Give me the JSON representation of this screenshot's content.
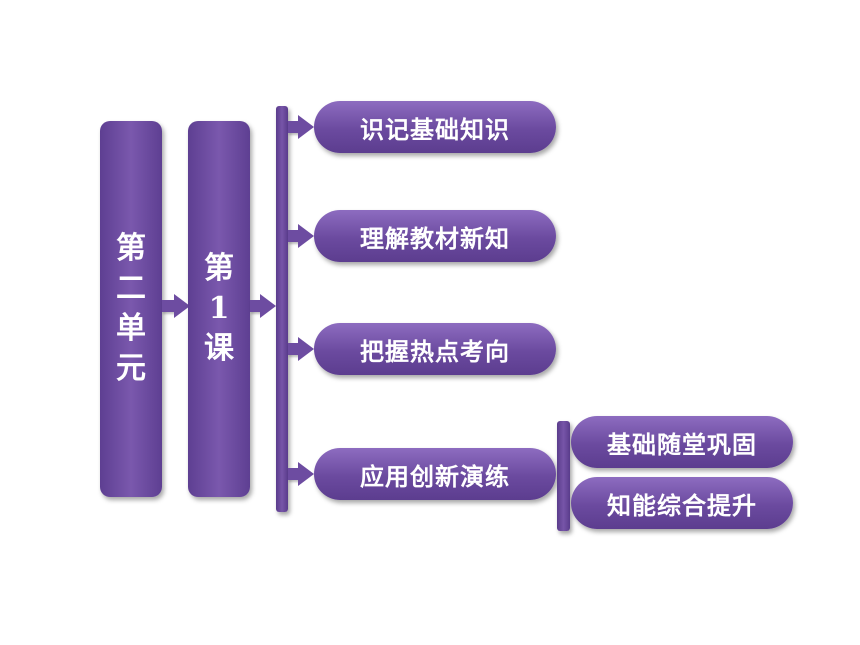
{
  "unit_box": {
    "chars": [
      "第",
      "二",
      "单",
      "元"
    ]
  },
  "lesson_box": {
    "chars": [
      "第",
      "1",
      "课"
    ]
  },
  "branches": [
    {
      "label": "识记基础知识"
    },
    {
      "label": "理解教材新知"
    },
    {
      "label": "把握热点考向"
    },
    {
      "label": "应用创新演练"
    }
  ],
  "sub_branches": [
    {
      "label": "基础随堂巩固"
    },
    {
      "label": "知能综合提升"
    }
  ],
  "colors": {
    "primary": "#6d4ca1",
    "dark": "#5a3c8c",
    "light": "#8d6cc0",
    "text": "#ffffff"
  }
}
